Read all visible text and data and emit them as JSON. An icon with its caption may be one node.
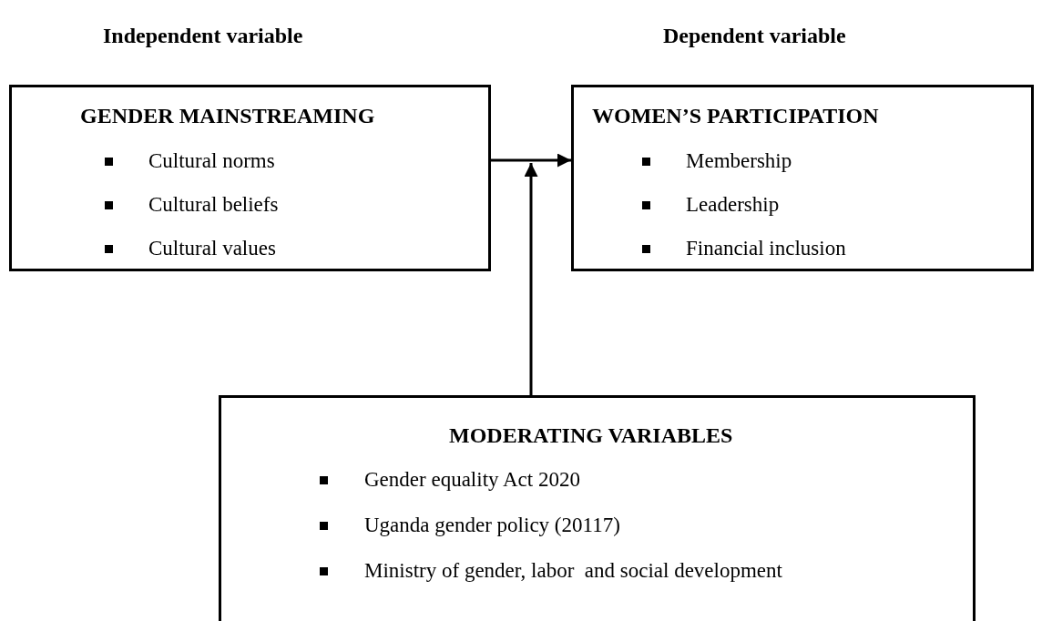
{
  "diagram": {
    "nodes": [
      {
        "text": [
          "GENDER MAINSTREAMING",
          "Cultural norms",
          "Cultural beliefs",
          "Cultural values"
        ],
        "beside": [
          "Independent variable"
        ]
      },
      {
        "text": [
          "WOMEN’S PARTICIPATION",
          "Membership",
          "Leadership",
          "Financial inclusion"
        ],
        "beside": [
          "Dependent variable"
        ]
      },
      {
        "text": [
          "MODERATING VARIABLES",
          "Gender equality Act 2020",
          "Uganda gender policy (20117)",
          "Ministry of gender, labor  and social development"
        ]
      }
    ],
    "edges": [
      {
        "from": 0,
        "to": 1,
        "arrow": "to"
      },
      {
        "from": 2,
        "to": null,
        "arrow": "to"
      }
    ]
  }
}
